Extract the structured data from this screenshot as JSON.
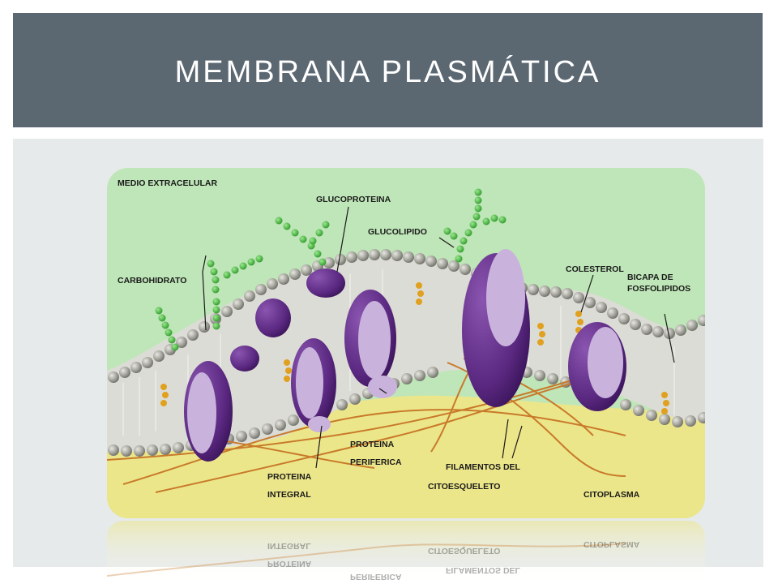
{
  "slide": {
    "title": "MEMBRANA PLASMÁTICA"
  },
  "diagram": {
    "labels": {
      "medio_extracelular": "MEDIO EXTRACELULAR",
      "glucoproteina": "GLUCOPROTEINA",
      "glucolipido": "GLUCOLIPIDO",
      "carbohidrato": "CARBOHIDRATO",
      "colesterol": "COLESTEROL",
      "bicapa_line1": "BICAPA DE",
      "bicapa_line2": "FOSFOLIPIDOS",
      "proteina_periferica_line1": "PROTEINA",
      "proteina_periferica_line2": "PERIFERICA",
      "proteina_integral_line1": "PROTEINA",
      "proteina_integral_line2": "INTEGRAL",
      "filamentos_line1": "FILAMENTOS DEL",
      "filamentos_line2": "CITOESQUELETO",
      "citoplasma": "CITOPLASMA"
    },
    "colors": {
      "extracellular": "#bfe6b8",
      "cytoplasm": "#ece68a",
      "protein": "#5c2a82",
      "protein_face": "#c9b3dc",
      "lipid_head": "#9a9a94",
      "carbohydrate": "#3fb03a",
      "cholesterol": "#e0a020",
      "filaments": "#c87a2a"
    }
  }
}
